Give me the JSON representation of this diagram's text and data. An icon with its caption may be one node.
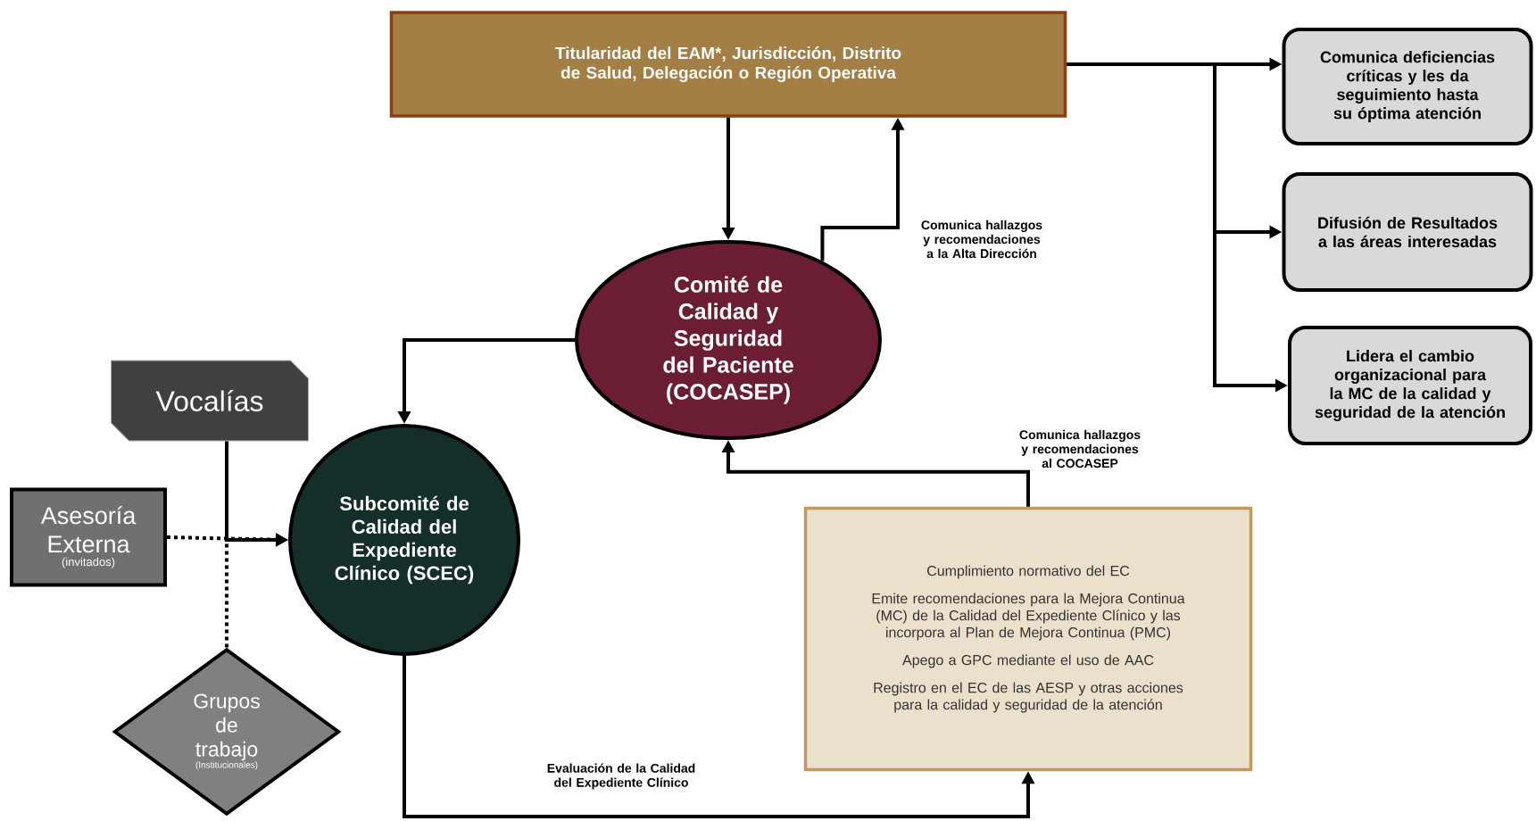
{
  "diagram": {
    "nodes": [
      {
        "text": [
          "Titularidad del EAM*, Jurisdicción, Distrito de Salud, Delegación o Región Operativa"
        ]
      },
      {
        "text": [
          "Comunica deficiencias críticas y les da seguimiento hasta su óptima atención"
        ]
      },
      {
        "text": [
          "Difusión de Resultados a las áreas interesadas"
        ]
      },
      {
        "text": [
          "Lidera el cambio organizacional para la MC de la calidad y seguridad de la atención"
        ]
      },
      {
        "text": [
          "Comité de Calidad y Seguridad del Paciente (COCASEP)"
        ]
      },
      {
        "text": [
          "Vocalías"
        ]
      },
      {
        "text": [
          "Asesoría Externa",
          "(invitados)"
        ]
      },
      {
        "text": [
          "Subcomité de Calidad del Expediente Clínico (SCEC)"
        ]
      },
      {
        "text": [
          "Grupos de trabajo",
          "(Institucionales)"
        ]
      },
      {
        "text": [
          "Cumplimiento normativo del EC",
          "Emite recomendaciones para la Mejora Continua (MC) de la Calidad del Expediente Clínico y las incorpora al Plan de Mejora Continua (PMC)",
          "Apego a GPC mediante el uso de AAC",
          "Registro en el EC de las AESP y otras acciones para la calidad y seguridad de la atención"
        ]
      }
    ],
    "edges": [
      {
        "from": 0,
        "to": 4,
        "arrow": "to"
      },
      {
        "from": 4,
        "to": 0,
        "arrow": "to",
        "label": "Comunica hallazgos y recomendaciones a la Alta Dirección"
      },
      {
        "from": 0,
        "to": 1,
        "arrow": "to"
      },
      {
        "from": 0,
        "to": 2,
        "arrow": "to"
      },
      {
        "from": 0,
        "to": 3,
        "arrow": "to"
      },
      {
        "from": 4,
        "to": 7,
        "arrow": "to"
      },
      {
        "from": 9,
        "to": 4,
        "arrow": "to",
        "label": "Comunica hallazgos y recomendaciones al COCASEP"
      },
      {
        "from": 5,
        "to": 7,
        "arrow": "to"
      },
      {
        "from": 6,
        "to": 7,
        "arrow": "to",
        "style": "dashed"
      },
      {
        "from": 8,
        "to": 7,
        "arrow": "to",
        "style": "dashed"
      },
      {
        "from": 7,
        "to": 9,
        "arrow": "to",
        "label": "Evaluación de la Calidad del Expediente Clínico"
      }
    ]
  }
}
